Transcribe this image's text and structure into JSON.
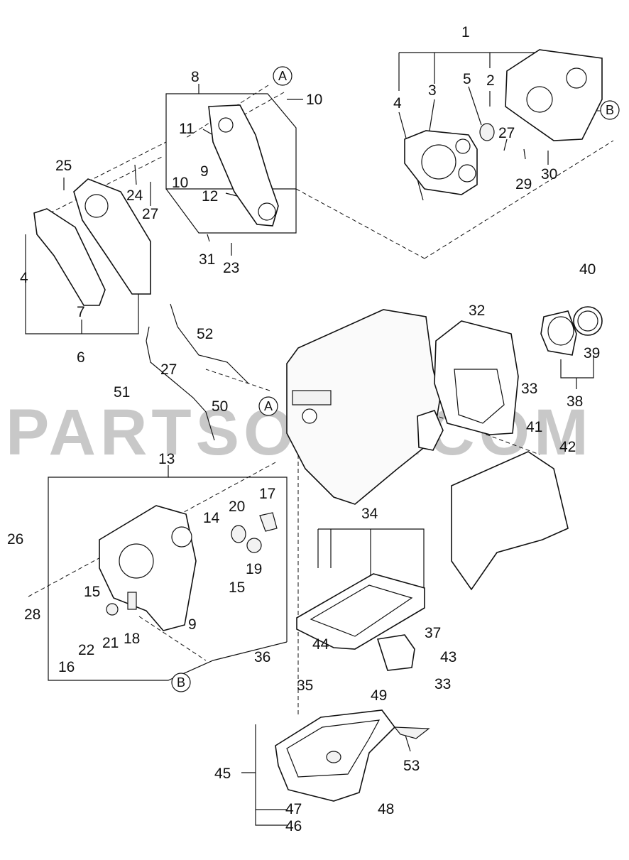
{
  "watermark": "PARTSOUQ.COM",
  "markers": [
    "A",
    "B",
    "A",
    "B"
  ],
  "callouts": [
    "1",
    "2",
    "3",
    "4",
    "5",
    "27",
    "29",
    "30",
    "8",
    "10",
    "11",
    "10",
    "9",
    "12",
    "31",
    "23",
    "25",
    "24",
    "27",
    "4",
    "7",
    "6",
    "52",
    "27",
    "51",
    "50",
    "32",
    "40",
    "39",
    "33",
    "38",
    "41",
    "42",
    "13",
    "20",
    "17",
    "14",
    "19",
    "26",
    "15",
    "15",
    "28",
    "9",
    "21",
    "18",
    "22",
    "16",
    "34",
    "37",
    "36",
    "44",
    "43",
    "35",
    "49",
    "33",
    "53",
    "45",
    "47",
    "48",
    "46"
  ]
}
